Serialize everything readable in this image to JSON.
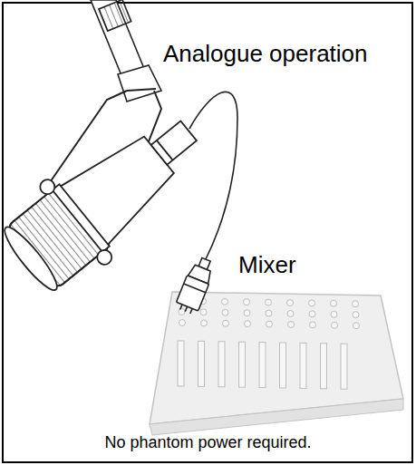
{
  "diagram": {
    "labels": [
      "Analogue operation",
      "Mixer",
      "No phantom power required."
    ]
  }
}
